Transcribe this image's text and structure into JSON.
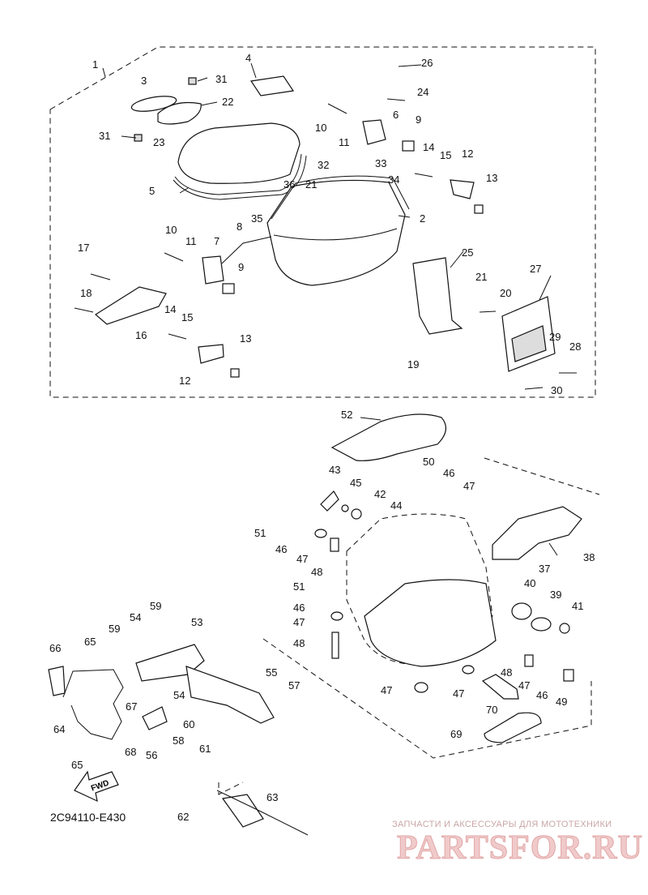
{
  "diagram": {
    "callouts": [
      "1",
      "2",
      "3",
      "4",
      "5",
      "6",
      "7",
      "8",
      "9",
      "10",
      "11",
      "12",
      "13",
      "14",
      "15",
      "16",
      "17",
      "18",
      "19",
      "20",
      "21",
      "22",
      "23",
      "24",
      "25",
      "26",
      "27",
      "28",
      "29",
      "30",
      "31",
      "32",
      "33",
      "34",
      "35",
      "36",
      "37",
      "38",
      "39",
      "40",
      "41",
      "42",
      "43",
      "44",
      "45",
      "46",
      "47",
      "48",
      "49",
      "50",
      "51",
      "52",
      "53",
      "54",
      "55",
      "56",
      "57",
      "58",
      "59",
      "60",
      "61",
      "62",
      "63",
      "64",
      "65",
      "66",
      "67",
      "68",
      "69",
      "70"
    ],
    "fwd_label": "FWD",
    "code": "2C94110-E430"
  },
  "watermark": {
    "text": "ЗАПЧАСТИ И АКСЕССУАРЫ ДЛЯ МОТОТЕХНИКИ",
    "logo": "PARTSFOR.RU"
  }
}
